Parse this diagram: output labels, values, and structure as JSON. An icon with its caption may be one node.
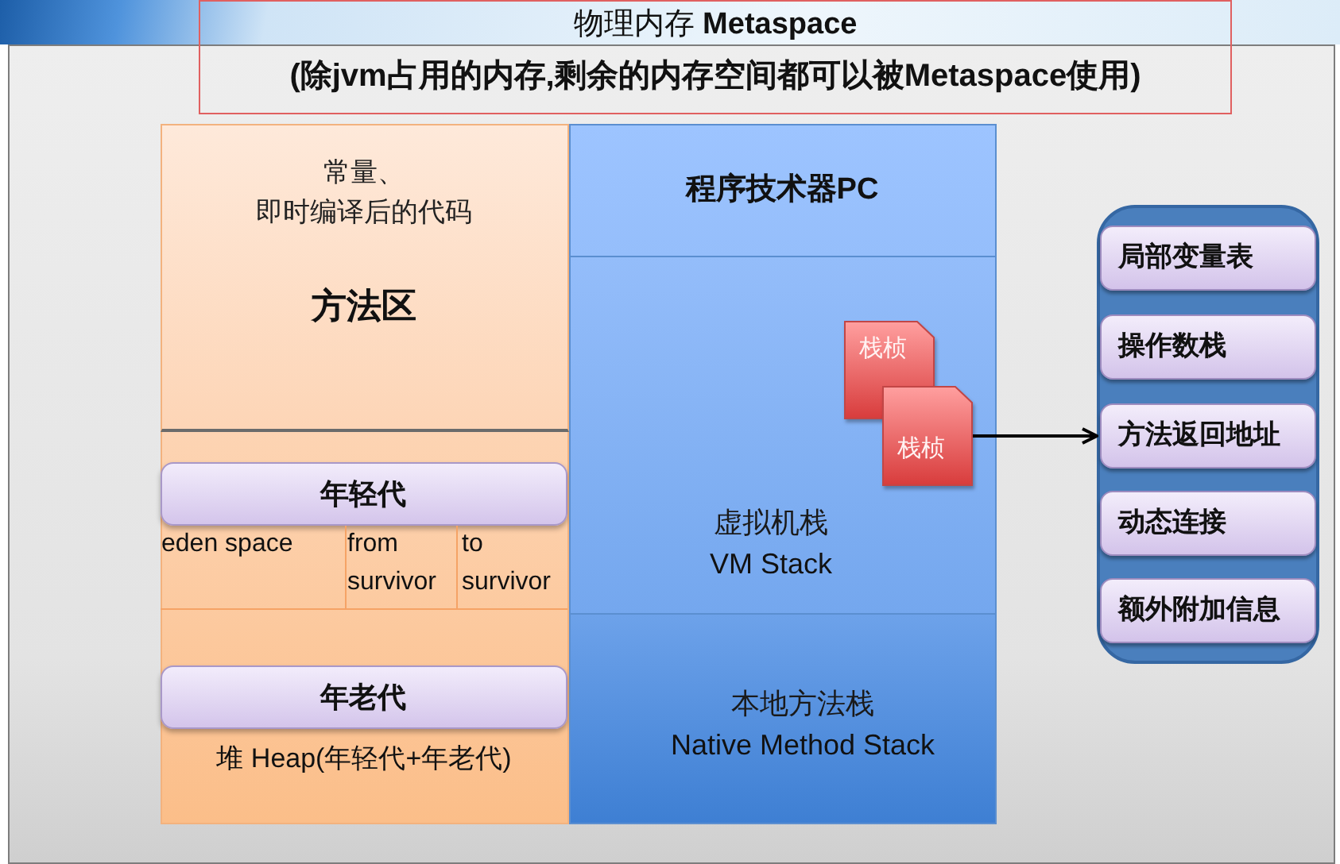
{
  "diagram": {
    "nodes": [
      {
        "text": [
          "物理内存 **Metaspace**",
          "(除jvm占用的内存,剩余的内存空间都可以被Metaspace使用)"
        ]
      },
      {
        "text": [],
        "shape": "box"
      },
      {
        "text": [
          "常量、",
          "即时编译后的代码",
          "方法区"
        ],
        "in": 1
      },
      {
        "text": [
          "堆 Heap(年轻代+年老代)"
        ],
        "in": 1
      },
      {
        "text": [
          "年轻代"
        ],
        "in": 3
      },
      {
        "text": [
          "eden space"
        ],
        "in": 3
      },
      {
        "text": [
          "from survivor"
        ],
        "in": 3
      },
      {
        "text": [
          "to survivor"
        ],
        "in": 3
      },
      {
        "text": [
          "年老代"
        ],
        "in": 3
      },
      {
        "text": [
          "程序技术器PC"
        ],
        "in": 1
      },
      {
        "text": [
          "虚拟机栈",
          "VM Stack"
        ],
        "in": 1
      },
      {
        "text": [
          "栈桢"
        ],
        "in": 10
      },
      {
        "text": [
          "栈桢"
        ],
        "in": 10
      },
      {
        "text": [
          "本地方法栈",
          "Native Method Stack"
        ],
        "in": 1
      },
      {
        "text": [],
        "shape": "box",
        "in": 1
      },
      {
        "text": [
          "局部变量表"
        ],
        "in": 14
      },
      {
        "text": [
          "操作数栈"
        ],
        "in": 14
      },
      {
        "text": [
          "方法返回地址"
        ],
        "in": 14
      },
      {
        "text": [
          "动态连接"
        ],
        "in": 14
      },
      {
        "text": [
          "额外附加信息"
        ],
        "in": 14
      }
    ],
    "edges": [
      {
        "from": 12,
        "to": 14,
        "arrow": "to"
      }
    ]
  }
}
